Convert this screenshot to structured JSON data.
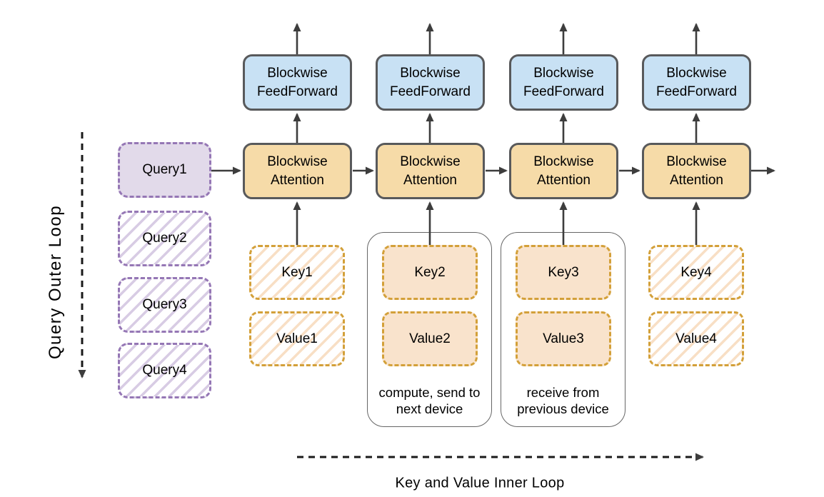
{
  "labels": {
    "query_outer_loop": "Query Outer Loop",
    "key_value_inner_loop": "Key and Value Inner Loop"
  },
  "queries": [
    {
      "label": "Query1",
      "style": "solid"
    },
    {
      "label": "Query2",
      "style": "hatched"
    },
    {
      "label": "Query3",
      "style": "hatched"
    },
    {
      "label": "Query4",
      "style": "hatched"
    }
  ],
  "columns": [
    {
      "feedforward_label": "Blockwise FeedForward",
      "attention_label": "Blockwise Attention",
      "key_label": "Key1",
      "value_label": "Value1",
      "kv_style": "hatched",
      "container_label": ""
    },
    {
      "feedforward_label": "Blockwise FeedForward",
      "attention_label": "Blockwise Attention",
      "key_label": "Key2",
      "value_label": "Value2",
      "kv_style": "solid",
      "container_label": "compute, send to next device"
    },
    {
      "feedforward_label": "Blockwise FeedForward",
      "attention_label": "Blockwise Attention",
      "key_label": "Key3",
      "value_label": "Value3",
      "kv_style": "solid",
      "container_label": "receive from previous device"
    },
    {
      "feedforward_label": "Blockwise FeedForward",
      "attention_label": "Blockwise Attention",
      "key_label": "Key4",
      "value_label": "Value4",
      "kv_style": "hatched",
      "container_label": ""
    }
  ],
  "colors": {
    "feedforward_fill": "#C8E1F4",
    "attention_fill": "#F6DBA8",
    "key_value_fill": "#F9E3CC",
    "key_value_border": "#D3A039",
    "query_fill": "#E2DAEA",
    "query_border": "#9577B5",
    "node_border": "#58595B",
    "arrow": "#3D3D3D"
  }
}
